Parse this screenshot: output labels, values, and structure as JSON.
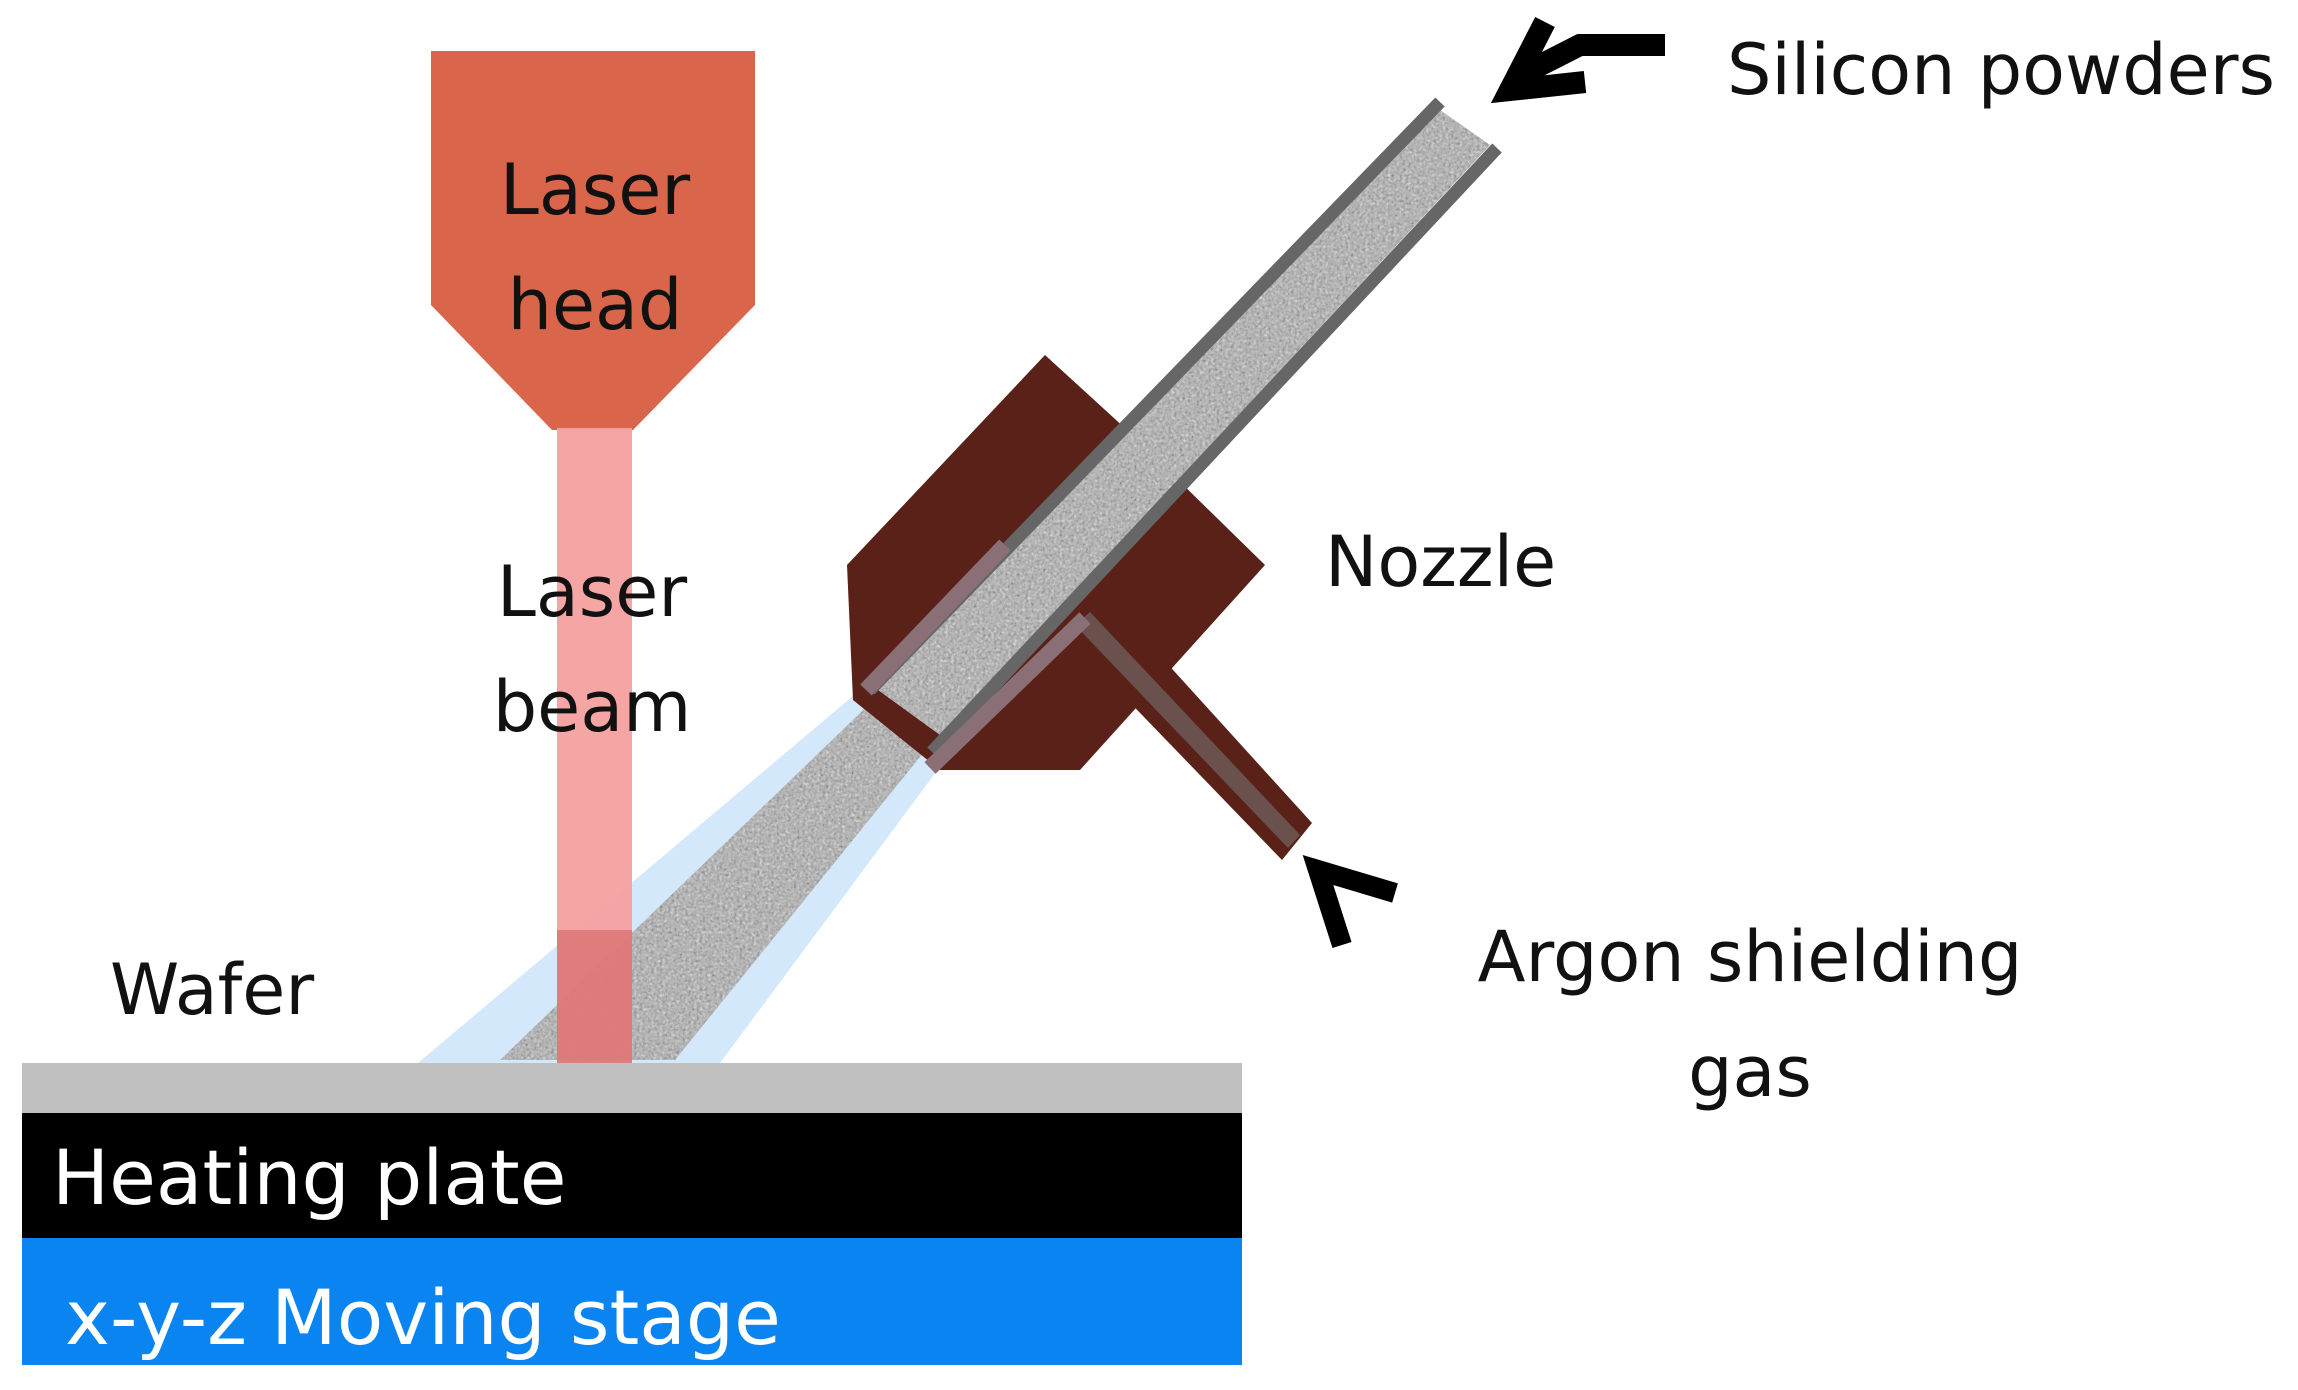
{
  "labels": {
    "laser_head": [
      "Laser",
      "head"
    ],
    "laser_beam": [
      "Laser",
      "beam"
    ],
    "nozzle": "Nozzle",
    "silicon_powders": "Silicon powders",
    "argon_gas": [
      "Argon shielding",
      "gas"
    ],
    "wafer": "Wafer",
    "heating_plate": "Heating plate",
    "moving_stage": "x-y-z Moving stage"
  },
  "colors": {
    "laser_head": "#d9654a",
    "laser_beam": "#f5a0a0",
    "nozzle": "#5a2118",
    "wafer": "#c0c0c0",
    "heating_plate": "#000000",
    "moving_stage": "#0a84f0",
    "shielding_gas_cone": "#cfe6fb",
    "powder_stream": "#a9a9a9",
    "tube_wall": "#666666",
    "arrow": "#000000"
  }
}
